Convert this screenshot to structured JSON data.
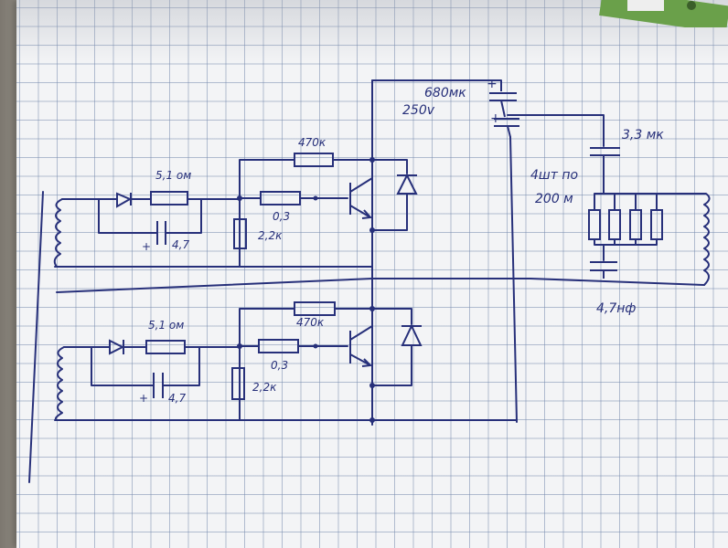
{
  "schematic": {
    "labels": {
      "cap_main": "680мк",
      "cap_main_voltage": "250v",
      "cap_33": "3,3 мк",
      "lamps_count": "4шт по",
      "lamps_power": "200 м",
      "cap_47nf": "4,7нф",
      "res_470k_top": "470к",
      "res_470k_bottom": "470к",
      "res_5m_top": "5,1 ом",
      "res_5m_bottom": "5,1 ом",
      "res_03_top": "0,3",
      "res_03_bottom": "0,3",
      "res_22k_top": "2,2к",
      "res_22k_bottom": "2,2к",
      "cap_47_top": "4,7",
      "cap_47_bottom": "4,7",
      "plus_sign": "+"
    },
    "ink_color": "#27307a",
    "grid_color": "#8ca0c8"
  }
}
